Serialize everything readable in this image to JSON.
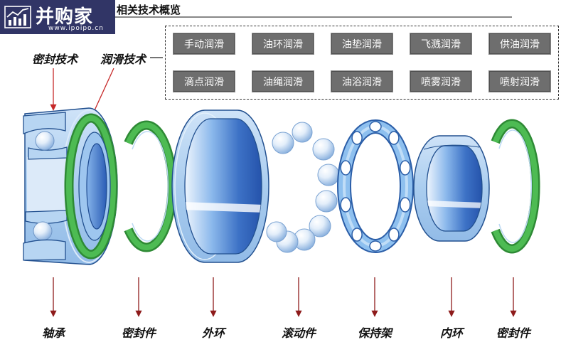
{
  "logo": {
    "brand": "并购家",
    "site": "www.ipoipo.cn",
    "icon": "chart-icon"
  },
  "header": {
    "title": "相关技术概览"
  },
  "technologies": {
    "sealing": "密封技术",
    "lubrication": "润滑技术"
  },
  "lubrication_methods": [
    "手动润滑",
    "油环润滑",
    "油垫润滑",
    "飞溅润滑",
    "供油润滑",
    "滴点润滑",
    "油绳润滑",
    "油浴润滑",
    "喷雾润滑",
    "喷射润滑"
  ],
  "components": [
    "轴承",
    "密封件",
    "外环",
    "滚动件",
    "保持架",
    "内环",
    "密封件"
  ],
  "colors": {
    "ring_blue": "#a9cdef",
    "deep_blue": "#2a5cb5",
    "seal_green": "#4dbb53",
    "seal_green_dark": "#2e8a35",
    "arrow_red": "#c62828",
    "arrow_dark_red": "#8e1b1b",
    "tag_gray": "#6e6e6e",
    "logo_navy": "#262b5e"
  }
}
